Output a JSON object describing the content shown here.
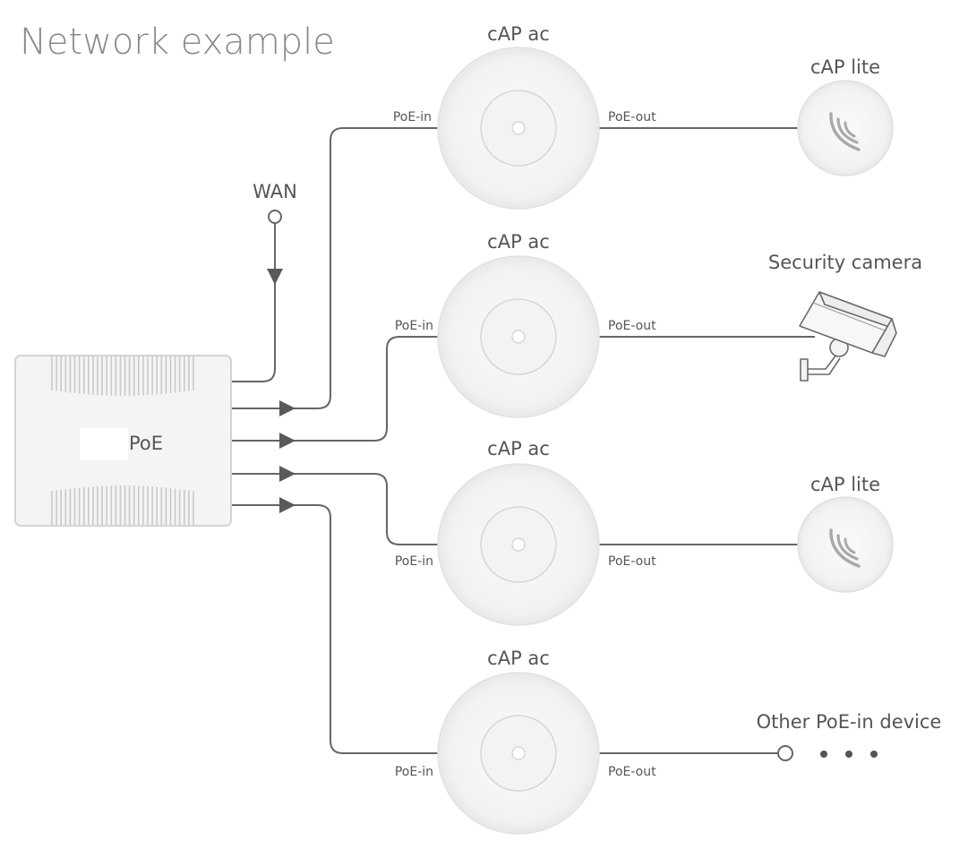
{
  "title": "Network example",
  "switch": {
    "label": "PoE"
  },
  "wan": {
    "label": "WAN"
  },
  "port_labels": {
    "in": "PoE-in",
    "out": "PoE-out"
  },
  "access_points": [
    {
      "label": "cAP ac",
      "downstream": {
        "type": "cap-lite",
        "label": "cAP lite"
      }
    },
    {
      "label": "cAP ac",
      "downstream": {
        "type": "camera",
        "label": "Security camera"
      }
    },
    {
      "label": "cAP ac",
      "downstream": {
        "type": "cap-lite",
        "label": "cAP lite"
      }
    },
    {
      "label": "cAP ac",
      "downstream": {
        "type": "other",
        "label": "Other PoE-in device"
      }
    }
  ],
  "colors": {
    "line": "#666666",
    "device_fill": "#f4f4f4",
    "device_stroke": "#d9d9d9"
  }
}
